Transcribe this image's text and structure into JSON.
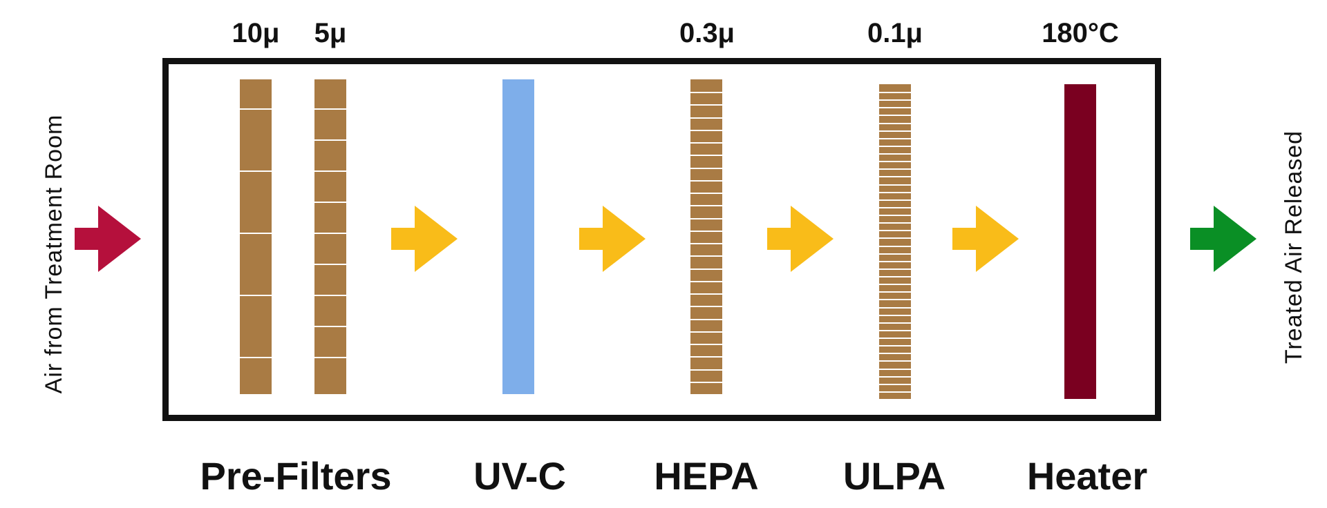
{
  "side_labels": {
    "inlet": "Air from Treatment Room",
    "outlet": "Treated Air Released"
  },
  "ratings": {
    "prefilter_a": "10μ",
    "prefilter_b": "5μ",
    "hepa": "0.3μ",
    "ulpa": "0.1μ",
    "heater": "180°C"
  },
  "stages": {
    "prefilters": "Pre-Filters",
    "uvc": "UV-C",
    "hepa": "HEPA",
    "ulpa": "ULPA",
    "heater": "Heater"
  },
  "colors": {
    "filter_media": "#A97B44",
    "uvc_lamp": "#7EAEEA",
    "heater_element": "#7A0020",
    "inlet_arrow": "#B5103C",
    "flow_arrow": "#F9BC19",
    "outlet_arrow": "#0A8F25",
    "unit_border": "#111111"
  },
  "icons": {
    "inlet": "arrow-right-icon",
    "flow": "arrow-right-icon",
    "outlet": "arrow-right-icon"
  }
}
